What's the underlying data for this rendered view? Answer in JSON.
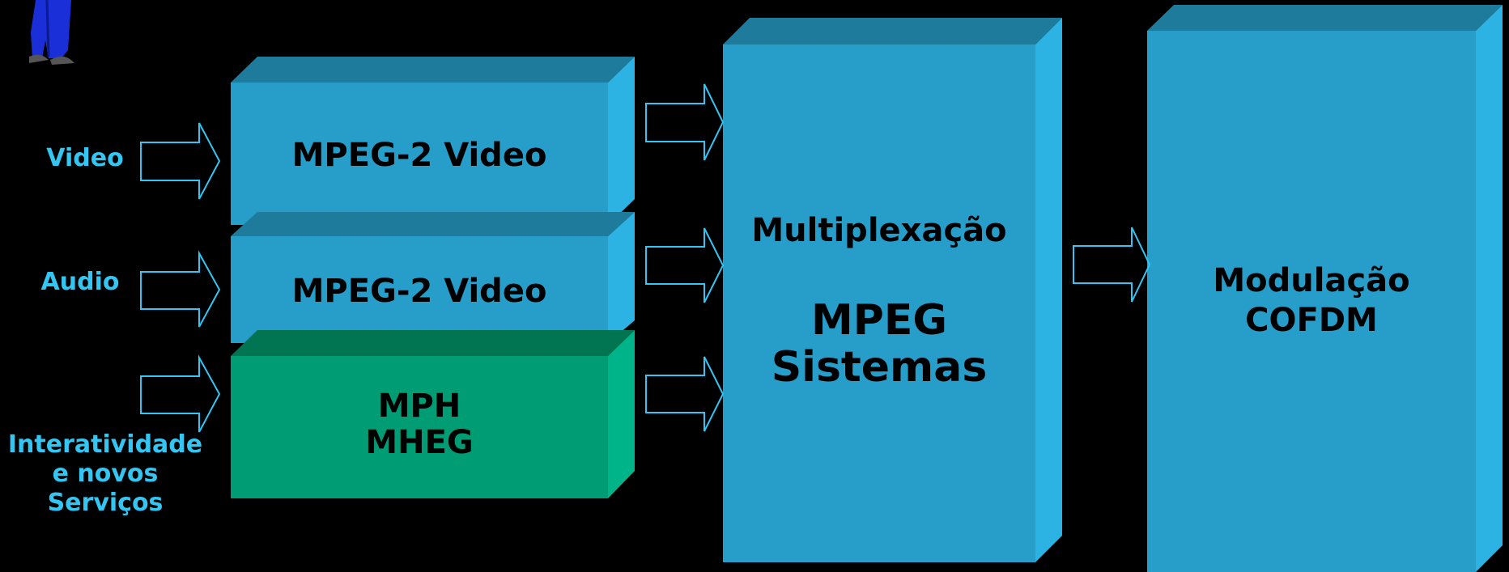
{
  "colors": {
    "background": "#000000",
    "box_front": "#279dca",
    "box_top": "#1e7b9c",
    "box_side": "#2cb2e3",
    "green_front": "#009c73",
    "green_top": "#017452",
    "green_side": "#00b48a",
    "arrow_stroke": "#33c6f3",
    "input_label": "#33c6f3"
  },
  "inputs": {
    "video": "Video",
    "audio": "Audio",
    "interactivity": [
      "Interatividade",
      "e novos",
      "Serviços"
    ]
  },
  "encoders": {
    "video": "MPEG-2 Video",
    "audio": "MPEG-2 Video",
    "data": [
      "MPH",
      "MHEG"
    ]
  },
  "multiplexer": {
    "title": "Multiplexação",
    "subtitle": [
      "MPEG",
      "Sistemas"
    ]
  },
  "modulator": {
    "lines": [
      "Modulação",
      "COFDM"
    ]
  },
  "icons": {
    "figure": "person-legs-icon"
  }
}
